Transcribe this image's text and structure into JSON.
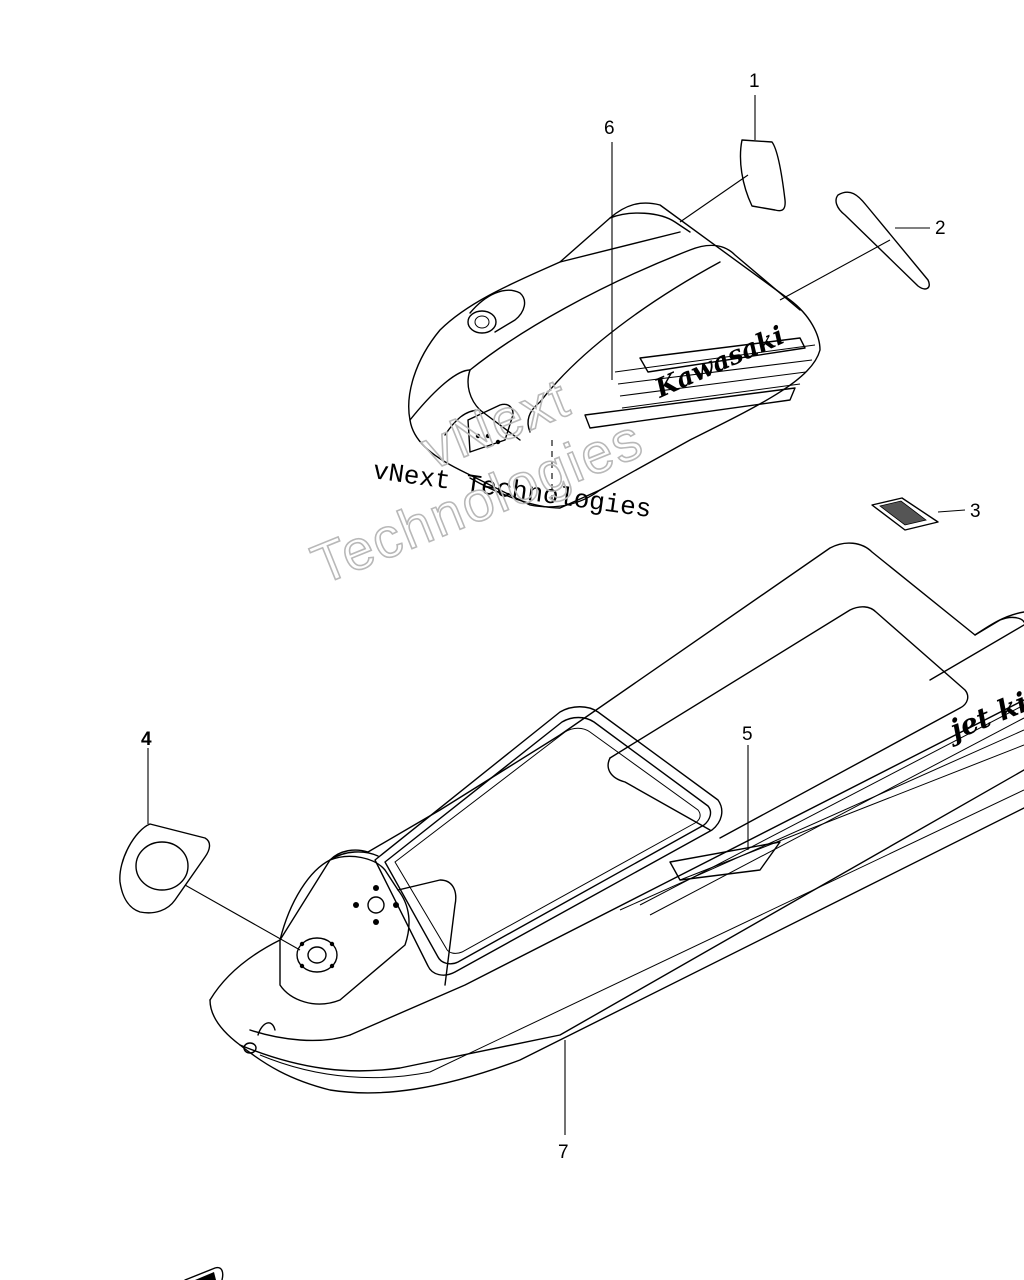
{
  "diagram": {
    "callouts": [
      {
        "id": "1",
        "label": "1"
      },
      {
        "id": "2",
        "label": "2"
      },
      {
        "id": "3",
        "label": "3"
      },
      {
        "id": "4",
        "label": "4"
      },
      {
        "id": "5",
        "label": "5"
      },
      {
        "id": "6",
        "label": "6"
      },
      {
        "id": "7",
        "label": "7"
      }
    ],
    "brand_on_hood": "Kawasaki",
    "brand_on_hull": "jet ki",
    "watermark": {
      "serif_text": "vNext Technologies",
      "outline_line1": "vNext",
      "outline_line2": "Technologies"
    }
  }
}
